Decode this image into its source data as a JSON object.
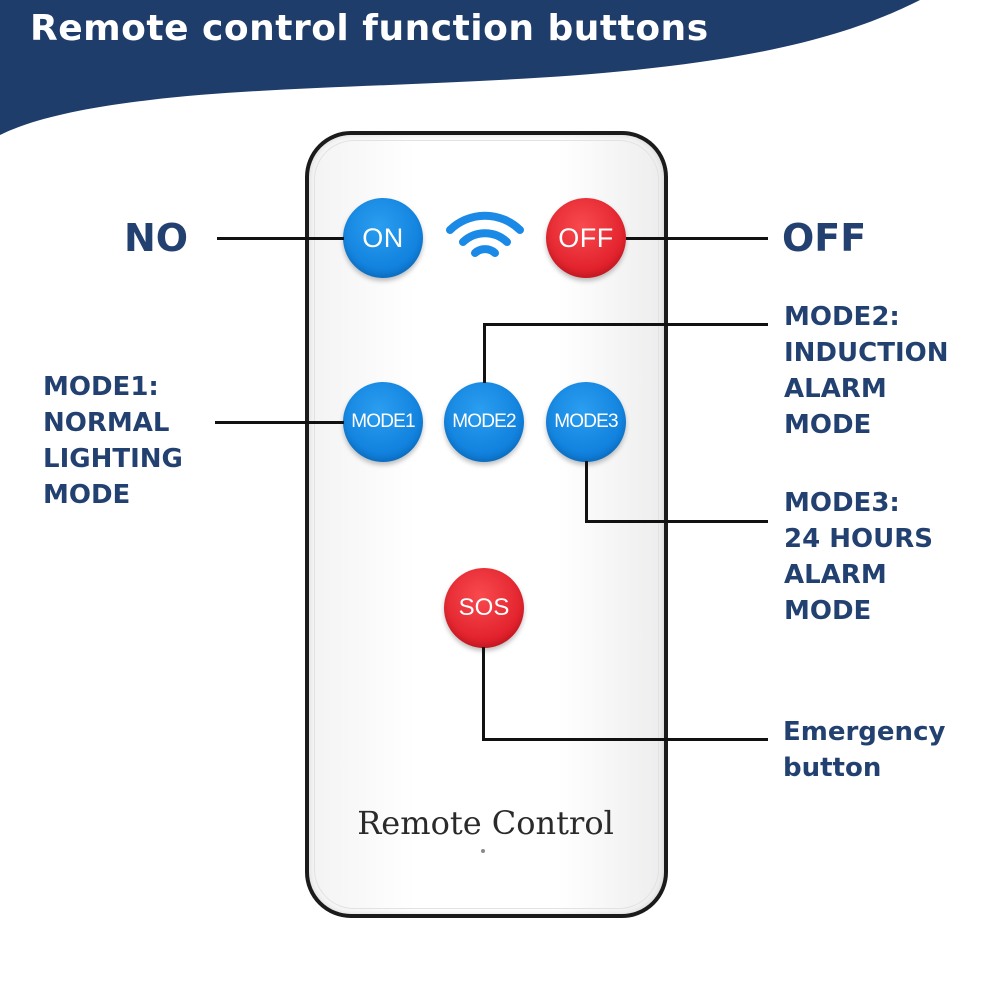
{
  "header": {
    "title": "Remote control function buttons",
    "bg_color": "#1f3d6b"
  },
  "remote": {
    "buttons": {
      "on": "ON",
      "off": "OFF",
      "mode1": "MODE1",
      "mode2": "MODE2",
      "mode3": "MODE3",
      "sos": "SOS"
    },
    "label": "Remote Control",
    "colors": {
      "blue": "#0f7fdc",
      "red": "#e01f2a"
    },
    "signal_icon": "wifi-icon"
  },
  "callouts": {
    "on": "NO",
    "off": "OFF",
    "mode1": [
      "MODE1:",
      "NORMAL",
      "LIGHTING",
      "MODE"
    ],
    "mode2": [
      "MODE2:",
      "INDUCTION",
      "ALARM",
      "MODE"
    ],
    "mode3": [
      "MODE3:",
      "24 HOURS",
      "ALARM",
      "MODE"
    ],
    "sos": [
      "Emergency",
      "button"
    ],
    "text_color": "#234170"
  }
}
